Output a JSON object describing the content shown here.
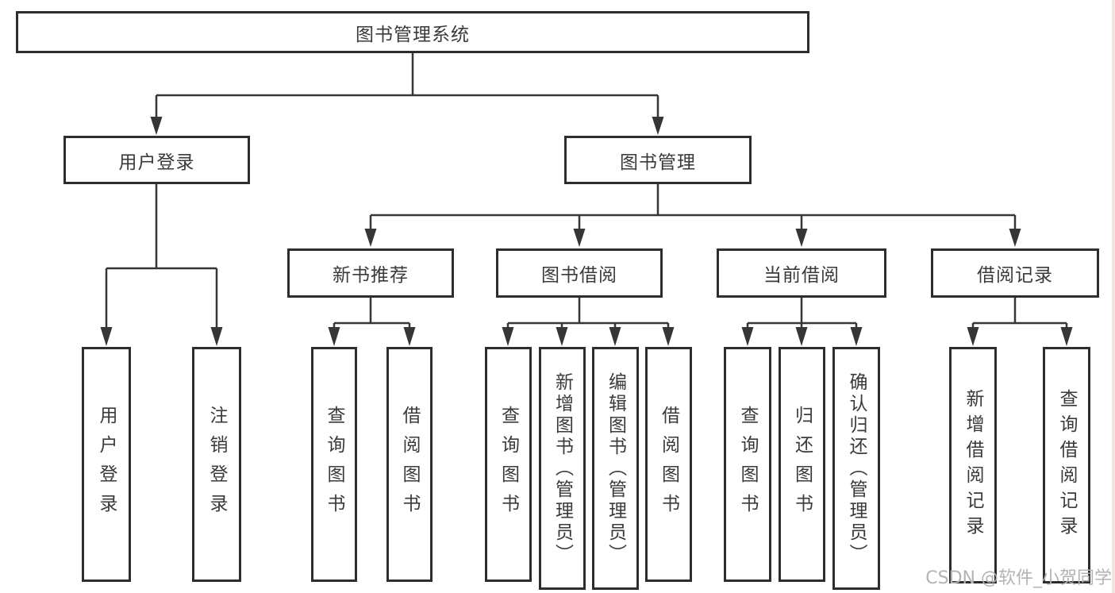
{
  "diagram_type": "hierarchy-tree",
  "tree": {
    "label": "图书管理系统",
    "children": [
      {
        "label": "用户登录",
        "children": [
          {
            "label": "用户登录"
          },
          {
            "label": "注销登录"
          }
        ]
      },
      {
        "label": "图书管理",
        "children": [
          {
            "label": "新书推荐",
            "children": [
              {
                "label": "查询图书"
              },
              {
                "label": "借阅图书"
              }
            ]
          },
          {
            "label": "图书借阅",
            "children": [
              {
                "label": "查询图书"
              },
              {
                "label": "新增图书（管理员）"
              },
              {
                "label": "编辑图书（管理员）"
              },
              {
                "label": "借阅图书"
              }
            ]
          },
          {
            "label": "当前借阅",
            "children": [
              {
                "label": "查询图书"
              },
              {
                "label": "归还图书"
              },
              {
                "label": "确认归还（管理员）"
              }
            ]
          },
          {
            "label": "借阅记录",
            "children": [
              {
                "label": "新增借阅记录"
              },
              {
                "label": "查询借阅记录"
              }
            ]
          }
        ]
      }
    ]
  },
  "watermark": {
    "text": "CSDN @软件_小贺同学"
  },
  "colors": {
    "line": "#363636",
    "box_border": "#2d2d2d",
    "text": "#3a3a3a",
    "background": "#ffffff",
    "watermark": "#b3b3b3",
    "right_edge_strip": "#f9e2e2"
  }
}
